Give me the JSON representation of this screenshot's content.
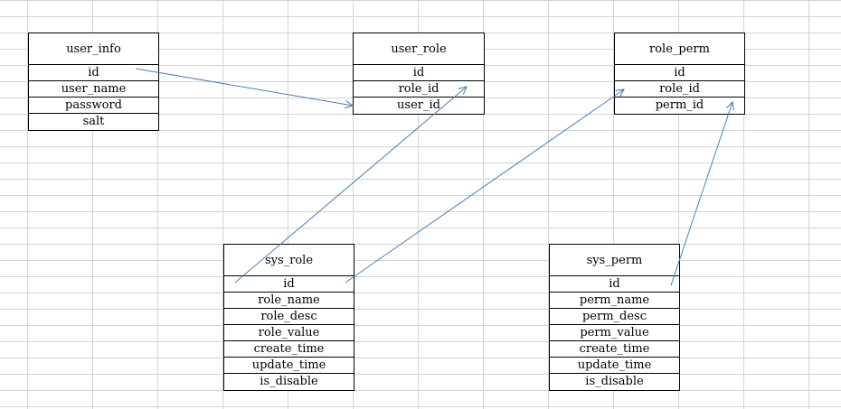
{
  "tables": {
    "user_info": {
      "name": "user_info",
      "fields": [
        "id",
        "user_name",
        "password",
        "salt"
      ]
    },
    "user_role": {
      "name": "user_role",
      "fields": [
        "id",
        "role_id",
        "user_id"
      ]
    },
    "role_perm": {
      "name": "role_perm",
      "fields": [
        "id",
        "role_id",
        "perm_id"
      ]
    },
    "sys_role": {
      "name": "sys_role",
      "fields": [
        "id",
        "role_name",
        "role_desc",
        "role_value",
        "create_time",
        "update_time",
        "is_disable"
      ]
    },
    "sys_perm": {
      "name": "sys_perm",
      "fields": [
        "id",
        "perm_name",
        "perm_desc",
        "perm_value",
        "create_time",
        "update_time",
        "is_disable"
      ]
    }
  },
  "colors": {
    "arrow": "#4a7ebb",
    "grid": "#d4d4d4",
    "border": "#000000"
  }
}
